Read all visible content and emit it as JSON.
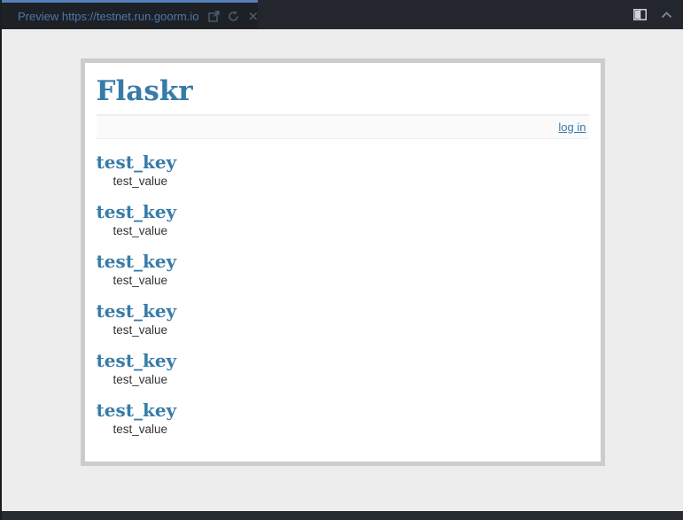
{
  "tabbar": {
    "tab_label": "Preview https://testnet.run.goorm.io",
    "close_glyph": "×",
    "icons": [
      "open-external-icon",
      "refresh-icon",
      "close-icon",
      "split-view-icon",
      "collapse-panel-icon"
    ]
  },
  "page": {
    "title": "Flaskr",
    "nav": {
      "login_label": "log in"
    },
    "entries": [
      {
        "key": "test_key",
        "value": "test_value"
      },
      {
        "key": "test_key",
        "value": "test_value"
      },
      {
        "key": "test_key",
        "value": "test_value"
      },
      {
        "key": "test_key",
        "value": "test_value"
      },
      {
        "key": "test_key",
        "value": "test_value"
      },
      {
        "key": "test_key",
        "value": "test_value"
      }
    ]
  },
  "colors": {
    "brand_blue": "#377ba8",
    "tab_accent": "#5580bb",
    "tab_text": "#4d76ab",
    "tabbar_bg": "#23272d",
    "tab_bg": "#1d2126",
    "content_bg": "#ededed",
    "card_border": "#cccccc",
    "metanav_bg": "#fafafa",
    "bottombar_bg": "#282c32"
  }
}
